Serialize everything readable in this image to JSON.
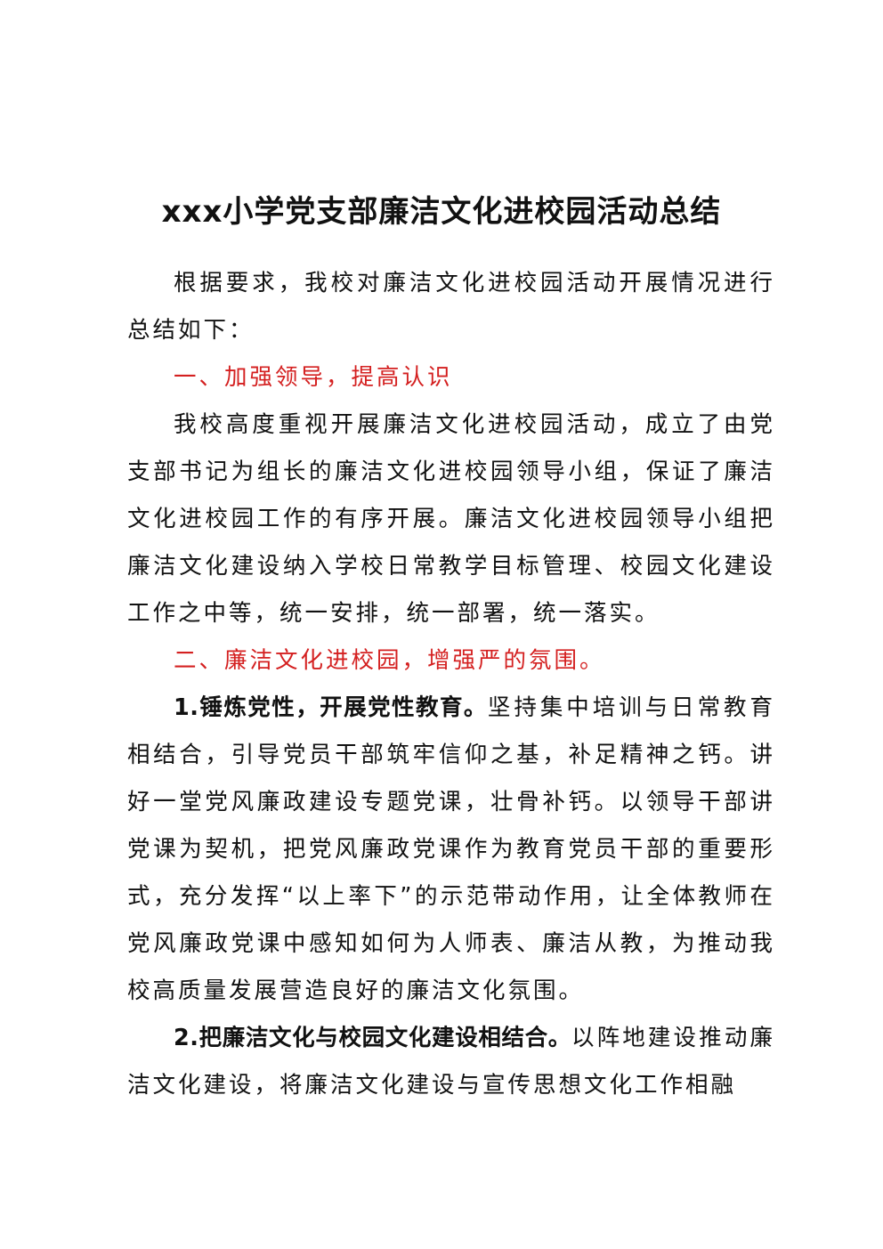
{
  "document": {
    "title": "xxx小学党支部廉洁文化进校园活动总结",
    "intro": "根据要求，我校对廉洁文化进校园活动开展情况进行总结如下：",
    "section1": {
      "heading": "一、加强领导，提高认识",
      "body": "我校高度重视开展廉洁文化进校园活动，成立了由党支部书记为组长的廉洁文化进校园领导小组，保证了廉洁文化进校园工作的有序开展。廉洁文化进校园领导小组把廉洁文化建设纳入学校日常教学目标管理、校园文化建设工作之中等，统一安排，统一部署，统一落实。"
    },
    "section2": {
      "heading": "二、廉洁文化进校园，增强严的氛围。",
      "item1": {
        "lead": "1.锤炼党性，开展党性教育。",
        "body": "坚持集中培训与日常教育相结合，引导党员干部筑牢信仰之基，补足精神之钙。讲好一堂党风廉政建设专题党课，壮骨补钙。以领导干部讲党课为契机，把党风廉政党课作为教育党员干部的重要形式，充分发挥“以上率下”的示范带动作用，让全体教师在党风廉政党课中感知如何为人师表、廉洁从教，为推动我校高质量发展营造良好的廉洁文化氛围。"
      },
      "item2": {
        "lead": "2.把廉洁文化与校园文化建设相结合。",
        "body": "以阵地建设推动廉洁文化建设，将廉洁文化建设与宣传思想文化工作相融"
      }
    }
  }
}
